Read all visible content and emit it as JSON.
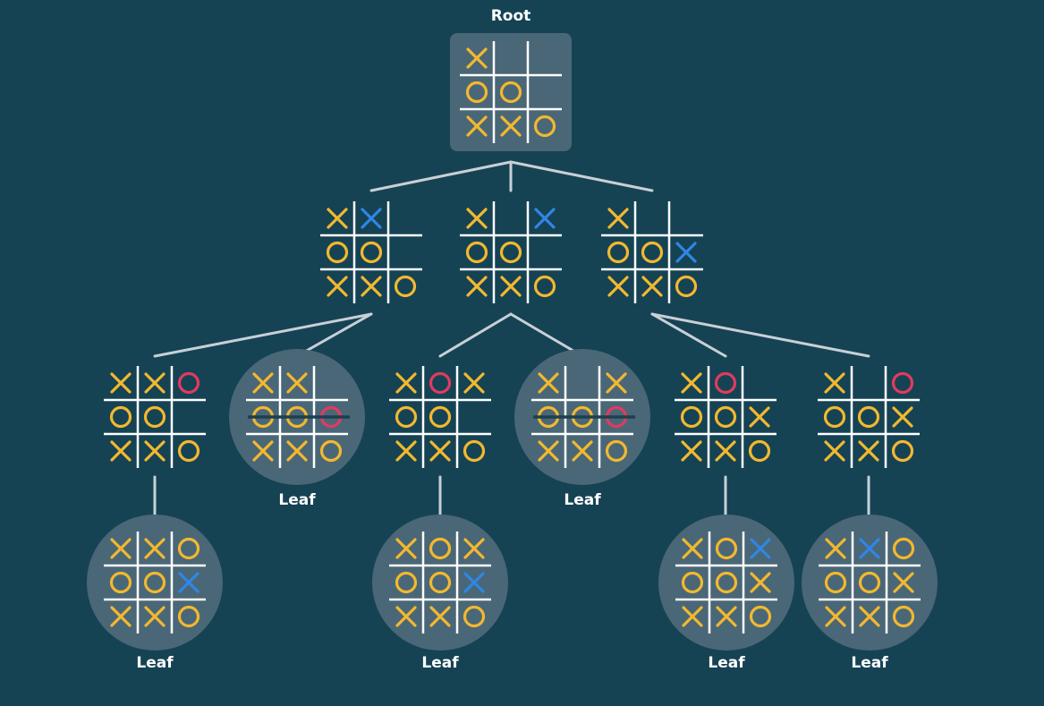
{
  "colors": {
    "background": "#154354",
    "grid": "#ffffff",
    "x_mark": "#f3b82f",
    "o_mark": "#f3b82f",
    "new_x": "#2f86e6",
    "new_o": "#e23a60",
    "connector": "#c8d0d6",
    "root_box": "#4a6777",
    "leaf_circle": "#4a6777",
    "win_line": "#1d3f4f"
  },
  "labels": {
    "root": "Root",
    "leaf": "Leaf"
  },
  "boards": {
    "root": {
      "cells": [
        "X",
        "",
        "",
        "O",
        "O",
        "",
        "X",
        "X",
        "O"
      ],
      "highlight": -1,
      "highlight_mark": ""
    },
    "l1_a": {
      "cells": [
        "X",
        "X",
        "",
        "O",
        "O",
        "",
        "X",
        "X",
        "O"
      ],
      "highlight": 1,
      "highlight_mark": "X"
    },
    "l1_b": {
      "cells": [
        "X",
        "",
        "X",
        "O",
        "O",
        "",
        "X",
        "X",
        "O"
      ],
      "highlight": 2,
      "highlight_mark": "X"
    },
    "l1_c": {
      "cells": [
        "X",
        "",
        "",
        "O",
        "O",
        "X",
        "X",
        "X",
        "O"
      ],
      "highlight": 5,
      "highlight_mark": "X"
    },
    "l2_a1": {
      "cells": [
        "X",
        "X",
        "O",
        "O",
        "O",
        "",
        "X",
        "X",
        "O"
      ],
      "highlight": 2,
      "highlight_mark": "O"
    },
    "l2_a2": {
      "cells": [
        "X",
        "X",
        "",
        "O",
        "O",
        "O",
        "X",
        "X",
        "O"
      ],
      "highlight": 5,
      "highlight_mark": "O",
      "win_row": 1
    },
    "l2_b1": {
      "cells": [
        "X",
        "O",
        "X",
        "O",
        "O",
        "",
        "X",
        "X",
        "O"
      ],
      "highlight": 1,
      "highlight_mark": "O"
    },
    "l2_b2": {
      "cells": [
        "X",
        "",
        "X",
        "O",
        "O",
        "O",
        "X",
        "X",
        "O"
      ],
      "highlight": 5,
      "highlight_mark": "O",
      "win_row": 1
    },
    "l2_c1": {
      "cells": [
        "X",
        "O",
        "",
        "O",
        "O",
        "X",
        "X",
        "X",
        "O"
      ],
      "highlight": 1,
      "highlight_mark": "O"
    },
    "l2_c2": {
      "cells": [
        "X",
        "",
        "O",
        "O",
        "O",
        "X",
        "X",
        "X",
        "O"
      ],
      "highlight": 2,
      "highlight_mark": "O"
    },
    "l3_a": {
      "cells": [
        "X",
        "X",
        "O",
        "O",
        "O",
        "X",
        "X",
        "X",
        "O"
      ],
      "highlight": 5,
      "highlight_mark": "X"
    },
    "l3_b": {
      "cells": [
        "X",
        "O",
        "X",
        "O",
        "O",
        "X",
        "X",
        "X",
        "O"
      ],
      "highlight": 5,
      "highlight_mark": "X"
    },
    "l3_c": {
      "cells": [
        "X",
        "O",
        "X",
        "O",
        "O",
        "X",
        "X",
        "X",
        "O"
      ],
      "highlight": 2,
      "highlight_mark": "X"
    },
    "l3_d": {
      "cells": [
        "X",
        "X",
        "O",
        "O",
        "O",
        "X",
        "X",
        "X",
        "O"
      ],
      "highlight": 1,
      "highlight_mark": "X"
    }
  }
}
